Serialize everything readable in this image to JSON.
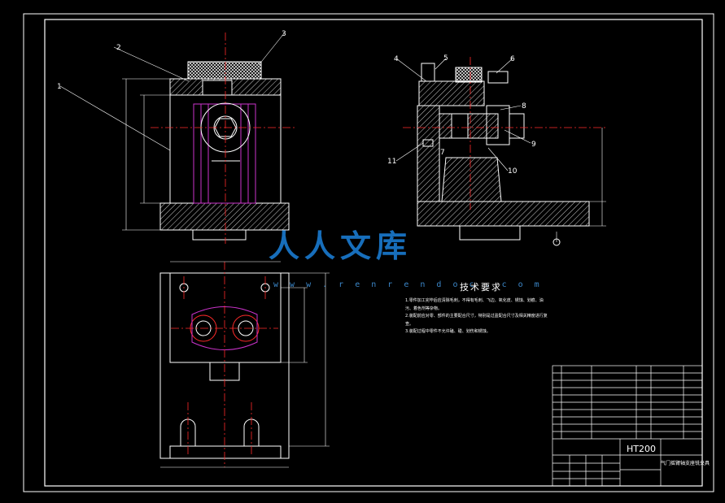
{
  "technical_requirements": {
    "title": "技术要求",
    "items": [
      "1.零件加工完毕后应清除毛刺，不得有毛刺、飞边、氧化皮、锈蚀、划痕、油污、着色剂等杂物。",
      "2.装配前应对零、部件的主要配合尺寸，特别是过盈配合尺寸及相关精度进行复查。",
      "3.装配过程中零件不允许磕、碰、划伤和锈蚀。"
    ]
  },
  "balloons": [
    "1",
    "2",
    "3",
    "4",
    "5",
    "6",
    "7",
    "8",
    "9",
    "10",
    "11"
  ],
  "title_block": {
    "material": "HT200",
    "drawing_title": "气门摇臂轴支座铣夹具"
  },
  "watermark": {
    "text": "人人文库",
    "url": "w w w . r e n r e n d o c . c o m"
  },
  "colors": {
    "background": "#000000",
    "outline": "#ffffff",
    "center_line": "#ff2a2a",
    "part_line": "#cc33cc",
    "hatch": "#ffffff",
    "watermark": "#1a7bd0"
  }
}
